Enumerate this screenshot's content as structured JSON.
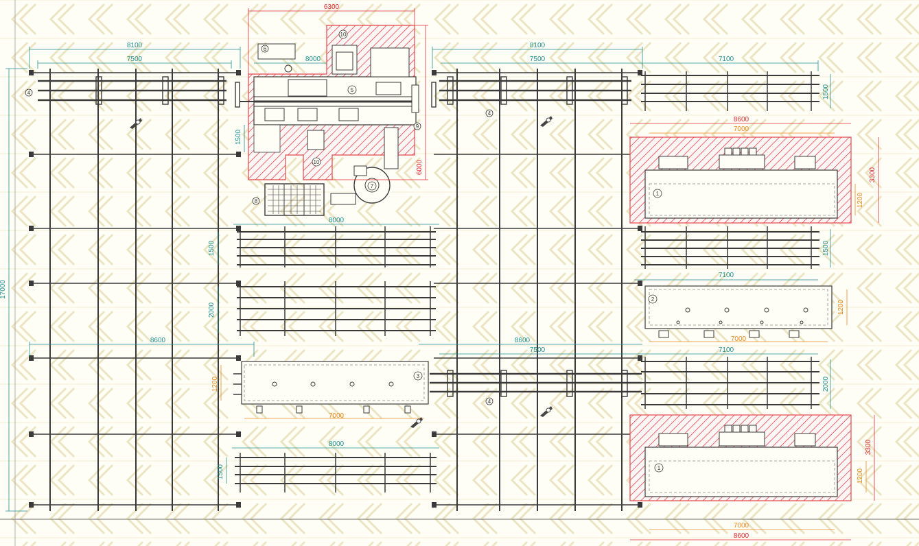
{
  "colors": {
    "background": "#fffef6",
    "chevron_watermark": "#ece5c4",
    "steel": "#3a3a3a",
    "dim_teal": "#1f8f8f",
    "dim_orange": "#e8891a",
    "dim_red": "#e0282e",
    "hatch_red": "#e3454a"
  },
  "dimensions": {
    "total_height": "17000",
    "booth_width": "6300",
    "booth_depth": "6000",
    "booth_inner": "8000",
    "booth_side": "1500",
    "left_top_outer": "8100",
    "left_top_inner": "7500",
    "right_top_outer": "8100",
    "right_top_inner": "7500",
    "right_top_rack": "7100",
    "right_top_rack_depth": "1500",
    "tank1_outer": "8600",
    "tank1_inner": "7000",
    "tank1_depth": "3300",
    "tank1_inner_depth": "1200",
    "mid_rack1_len": "8000",
    "mid_rack1_depth": "1500",
    "mid_rack2_depth": "2000",
    "right_mid_rack_depth": "1500",
    "right_mid_rack_len": "7100",
    "tank2_len": "7000",
    "tank2_depth": "1200",
    "left_lower_span": "8600",
    "right_lower_outer": "8600",
    "right_lower_inner": "7500",
    "right_lower_rack": "7100",
    "right_lower_rack_depth": "2000",
    "tank3_depth": "1200",
    "tank3_len": "7000",
    "bottom_rack_len": "8000",
    "bottom_rack_depth": "1500",
    "tank4_depth": "3300",
    "tank4_inner_depth": "1200",
    "tank4_inner": "7000",
    "tank4_outer": "8600"
  },
  "labels": {
    "n1a": "1",
    "n1b": "1",
    "n2": "2",
    "n3": "3",
    "n4a": "4",
    "n4b": "4",
    "n4c": "4",
    "n5": "5",
    "n6": "6",
    "n7": "7",
    "n8": "8",
    "n9": "9",
    "n10a": "10",
    "n10b": "10"
  },
  "icons": [
    "hoist-icon",
    "fan-icon",
    "filter-grid-icon",
    "chevron-watermark-icon"
  ]
}
